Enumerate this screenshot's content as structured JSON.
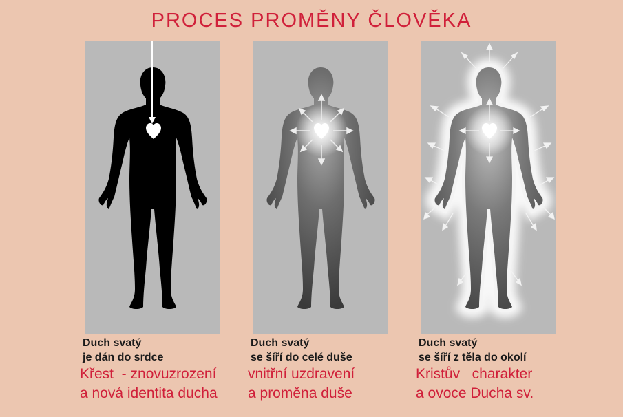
{
  "title": "PROCES PROMĚNY ČLOVĚKA",
  "colors": {
    "background": "#ecc6b0",
    "panel": "#b9b9b9",
    "title_red": "#d0203a",
    "figure_black": "#000000",
    "heart_white": "#ffffff"
  },
  "stages": [
    {
      "line1": "Duch svatý",
      "line2": "je dán do srdce",
      "red1": "Křest  - znovuzrození",
      "red2": "a nová identita ducha",
      "figure": "black-silhouette-icon",
      "heart": "heart-icon"
    },
    {
      "line1": "Duch svatý",
      "line2": "se šíří do celé duše",
      "red1": "vnitřní uzdravení",
      "red2": "a proměna duše",
      "figure": "grey-silhouette-icon",
      "heart": "glowing-heart-icon"
    },
    {
      "line1": "Duch svatý",
      "line2": "se šíří z těla do okolí",
      "red1": "Kristův   charakter",
      "red2": "a ovoce Ducha sv.",
      "figure": "radiant-silhouette-icon",
      "heart": "glowing-heart-icon"
    }
  ]
}
